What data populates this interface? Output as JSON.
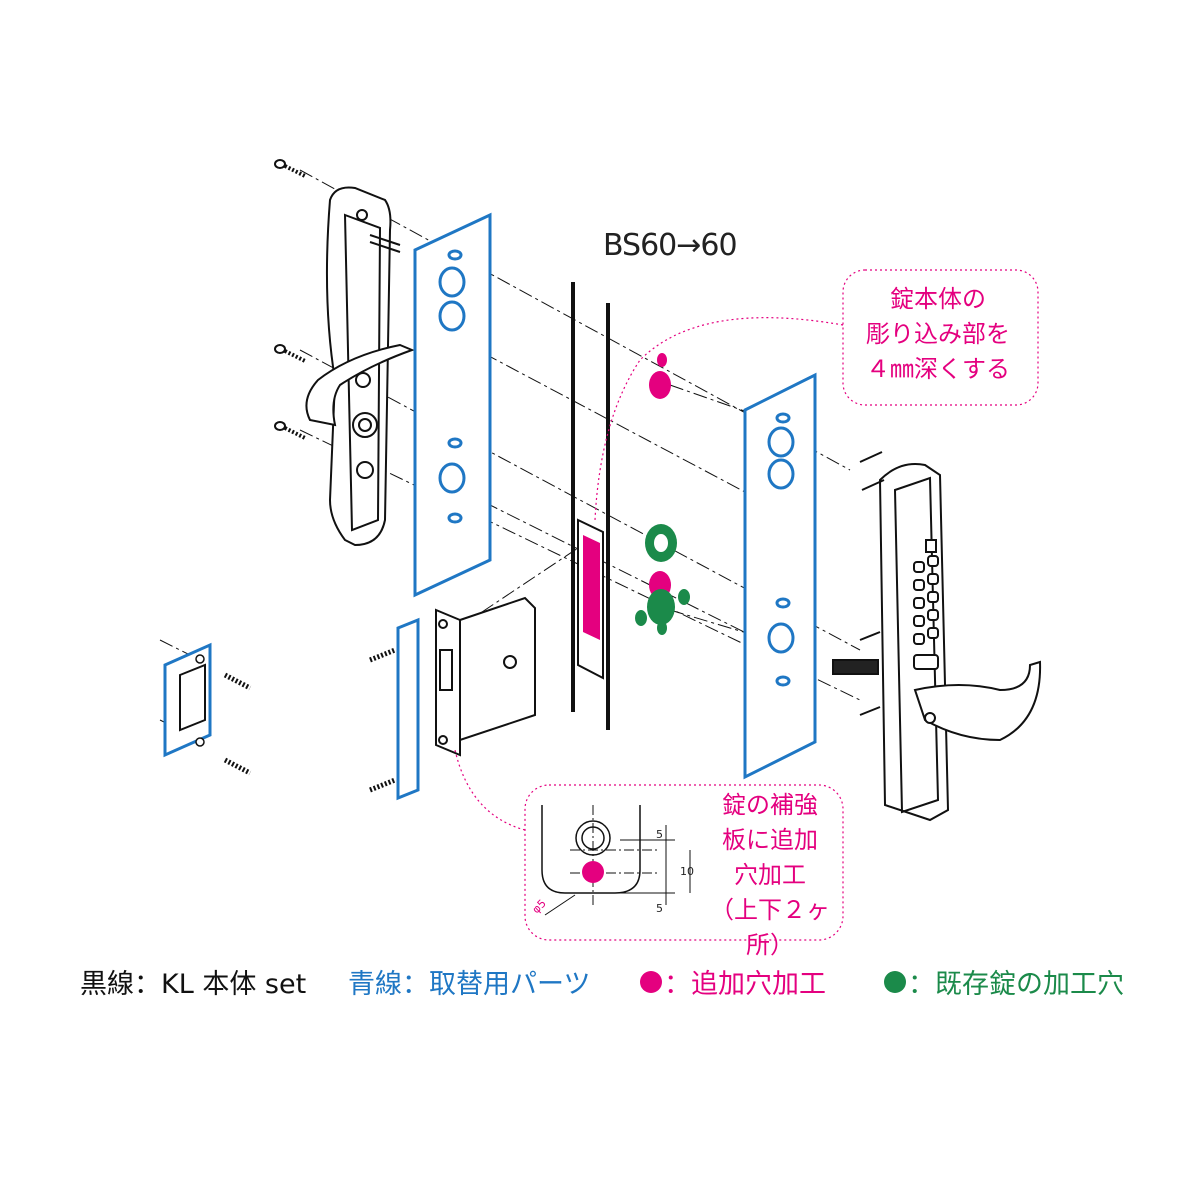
{
  "diagram": {
    "backset_label": "BS60→60",
    "callout_top": {
      "lines": [
        "錠本体の",
        "彫り込み部を",
        "４㎜深くする"
      ]
    },
    "callout_bottom": {
      "lines": [
        "錠の補強",
        "板に追加",
        "穴加工",
        "（上下２ヶ所）"
      ]
    },
    "detail_dims": {
      "top": "5",
      "middle": "10",
      "bottom": "5",
      "diameter": "φ5"
    },
    "legend": {
      "black": "黒線：KL 本体 set",
      "blue": "青線：取替用パーツ",
      "pink": "：追加穴加工",
      "green": "：既存錠の加工穴"
    },
    "colors": {
      "black_line": "#111111",
      "blue_line": "#1f77c4",
      "pink": "#e4007f",
      "green": "#1b8a4a",
      "callout_border": "#e4007f"
    }
  }
}
